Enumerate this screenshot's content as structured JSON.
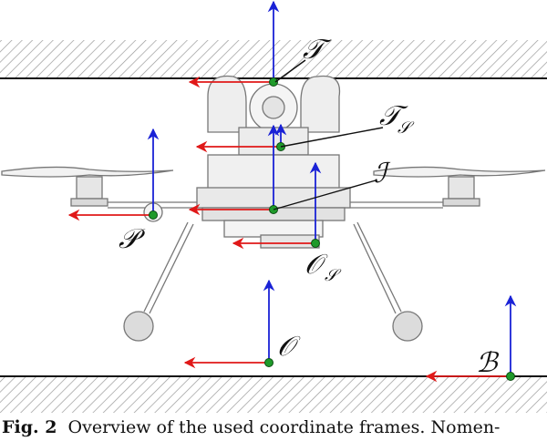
{
  "figure": {
    "frames": [
      {
        "id": "T",
        "label": "𝒯",
        "sub": ""
      },
      {
        "id": "Ts",
        "label": "𝒯",
        "sub": "𝒮"
      },
      {
        "id": "I",
        "label": "ℐ",
        "sub": ""
      },
      {
        "id": "P",
        "label": "𝒫",
        "sub": ""
      },
      {
        "id": "Os",
        "label": "𝒪",
        "sub": "𝒮"
      },
      {
        "id": "O",
        "label": "𝒪",
        "sub": ""
      },
      {
        "id": "B",
        "label": "ℬ",
        "sub": ""
      }
    ],
    "colors": {
      "x_axis": "#e01818",
      "z_axis": "#1a22d6",
      "origin": "#1f9a2a",
      "drone": "#777777",
      "wall": "#111111"
    }
  },
  "caption": {
    "label": "Fig. 2",
    "text": "Overview of the used coordinate frames. Nomen-"
  }
}
